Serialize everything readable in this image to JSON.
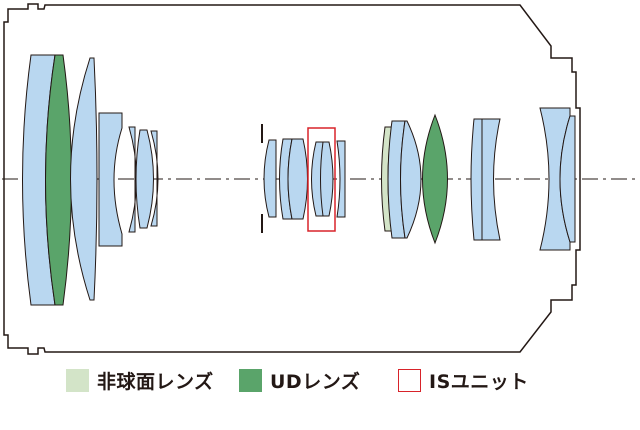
{
  "colors": {
    "outline": "#231815",
    "glass": "#b9d7f0",
    "aspherical": "#d3e4c8",
    "ud": "#5aa46a",
    "is_frame": "#d8232a"
  },
  "legend": [
    {
      "key": "aspherical",
      "label": "非球面レンズ",
      "swatch_color": "#d3e4c8",
      "swatch_style": "fill"
    },
    {
      "key": "ud",
      "label": "UDレンズ",
      "swatch_color": "#5aa46a",
      "swatch_style": "fill"
    },
    {
      "key": "is_unit",
      "label": "ISユニット",
      "swatch_color": "#d8232a",
      "swatch_style": "outline"
    }
  ]
}
